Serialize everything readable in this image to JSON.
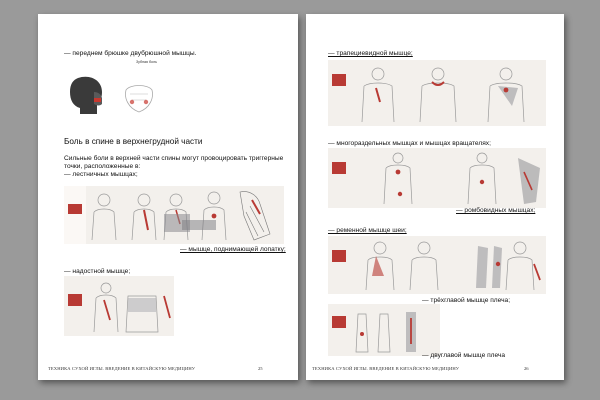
{
  "left_page": {
    "line_1": "— переднем брюшке двубрюшной мышцы.",
    "figure_caption": "Зубная боль",
    "section_heading": "Боль в спине в верхнегрудной части",
    "para_line_1": "Сильные боли в верхней части спины могут провоцировать триггерные",
    "para_line_2": "точки, расположенные в:",
    "item_1": "— лестничных мышцах;",
    "item_2": "— мышце, поднимающей лопатку;",
    "item_3": "— надостной мышце;",
    "footer": "ТЕХНИКА СУХОЙ ИГЛЫ. ВВЕДЕНИЕ В КИТАЙСКУЮ МЕДИЦИНУ",
    "page_number": "25"
  },
  "right_page": {
    "item_1": "— трапециевидной мышце;",
    "item_2": "— многораздельных мышцах и мышцах вращателях;",
    "item_3": "— ромбовидных мышцах;",
    "item_4": "— ременной мышце шеи;",
    "item_5": "— трёхглавой мышце плеча;",
    "item_6": "— двуглавой мышце плеча",
    "footer": "ТЕХНИКА СУХОЙ ИГЛЫ. ВВЕДЕНИЕ В КИТАЙСКУЮ МЕДИЦИНУ",
    "page_number": "26"
  },
  "colors": {
    "background": "#9a9a9a",
    "page": "#ffffff",
    "figure_bg": "#f3f0ec",
    "pain_red": "#b83a34"
  }
}
